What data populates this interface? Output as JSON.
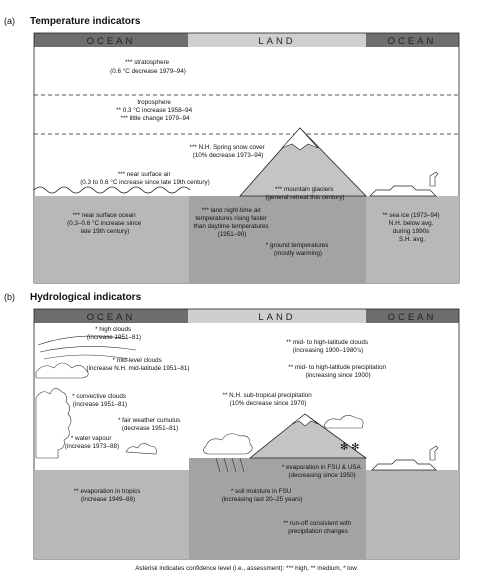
{
  "panel_a": {
    "label": "(a)",
    "title": "Temperature indicators",
    "bands": {
      "ocean_left": "OCEAN",
      "land": "LAND",
      "ocean_right": "OCEAN"
    },
    "annotations": {
      "stratosphere": [
        "*** stratosphere",
        "(0.6 °C decrease 1979–94)"
      ],
      "troposphere": [
        "troposphere",
        "** 0.3 °C increase 1958–94",
        "*** little change 1979–94"
      ],
      "snow": [
        "*** N.H. Spring snow cover",
        "(10% decrease 1973–94)"
      ],
      "near_surface_air": [
        "*** near surface air",
        "(0.3 to 0.6 °C increase since late 19th century)"
      ],
      "glaciers": [
        "*** mountain glaciers",
        "(general retreat this century)"
      ],
      "near_surface_ocean": [
        "*** near surface ocean",
        "(0.3–0.6 °C increase since",
        "late 19th century)"
      ],
      "land_night": [
        "*** land night-time air",
        "temperatures rising faster",
        "than daytime temperatures",
        "(1951–90)"
      ],
      "ground": [
        "* ground temperatures",
        "(mostly warming)"
      ],
      "sea_ice": [
        "** sea ice (1973–94)",
        "N.H. below avg.",
        "during 1990s",
        "S.H. avg."
      ]
    }
  },
  "panel_b": {
    "label": "(b)",
    "title": "Hydrological indicators",
    "bands": {
      "ocean_left": "OCEAN",
      "land": "LAND",
      "ocean_right": "OCEAN"
    },
    "annotations": {
      "high_clouds": [
        "* high clouds",
        "(increase 1951–81)"
      ],
      "mid_clouds": [
        "* mid-level clouds",
        "(increase N.H. mid-latitude 1951–81)"
      ],
      "convective": [
        "* convective clouds",
        "(increase 1951–81)"
      ],
      "fair_weather": [
        "* fair weather cumulus",
        "(decrease 1951–81)"
      ],
      "water_vapour": [
        "* water vapour",
        "(increase 1973–88)"
      ],
      "evap_tropics": [
        "** evaporation in tropics",
        "(increase 1949–88)"
      ],
      "mid_high_clouds": [
        "** mid- to high-latitude clouds",
        "(increasing 1900–1980's)"
      ],
      "mid_high_precip": [
        "** mid- to high-latitude precipitation",
        "(increasing since 1900)"
      ],
      "nh_subtropical": [
        "** N.H. sub-tropical precipitation",
        "(10% decrease since 1970)"
      ],
      "evap_fsu": [
        "* evaporation in FSU & USA",
        "(decreasing since 1950)"
      ],
      "soil": [
        "* soil moisture in FSU",
        "(increasing last 20–25 years)"
      ],
      "runoff": [
        "** run-off consistent with",
        "precipitation changes"
      ]
    }
  },
  "footer": "Asterisk indicates confidence level (i.e., assessment): *** high, ** medium, * low",
  "colors": {
    "sea": "#b8b8b8",
    "land": "#a3a3a3",
    "band_dark": "#6e6e6e",
    "band_light": "#cfcfcf",
    "mountain": "#c4c4c4"
  }
}
